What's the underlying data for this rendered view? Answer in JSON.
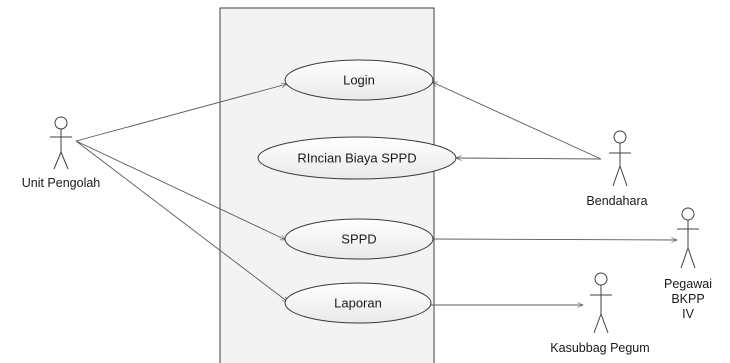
{
  "colors": {
    "boundary_fill": "#f3f3f3",
    "boundary_stroke": "#404040",
    "usecase_fill_top": "#ffffff",
    "usecase_fill_bottom": "#e9e9e9",
    "line": "#5a5a5a",
    "text": "#1a1a1a"
  },
  "usecases": {
    "login": "Login",
    "rincian": "RIncian Biaya SPPD",
    "sppd": "SPPD",
    "laporan": "Laporan"
  },
  "actors": {
    "unit_pengolah": "Unit Pengolah",
    "bendahara": "Bendahara",
    "pegawai_line1": "Pegawai",
    "pegawai_line2": "BKPP",
    "pegawai_line3": "IV",
    "kasubbag": "Kasubbag Pegum"
  },
  "associations": [
    {
      "from": "Unit Pengolah",
      "to": "Login"
    },
    {
      "from": "Unit Pengolah",
      "to": "SPPD"
    },
    {
      "from": "Unit Pengolah",
      "to": "Laporan"
    },
    {
      "from": "Bendahara",
      "to": "Login"
    },
    {
      "from": "Bendahara",
      "to": "RIncian Biaya SPPD"
    },
    {
      "from": "SPPD",
      "to": "Pegawai BKPP IV"
    },
    {
      "from": "Laporan",
      "to": "Kasubbag Pegum"
    }
  ]
}
